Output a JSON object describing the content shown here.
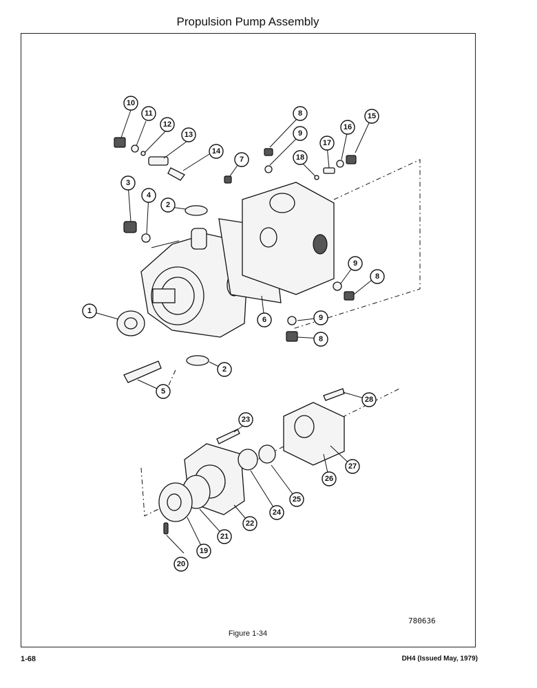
{
  "page_title": "Propulsion Pump Assembly",
  "figure_number": "780636",
  "figure_caption": "Figure 1-34",
  "footer": {
    "page_number": "1-68",
    "document_id": "DH4 (Issued May, 1979)"
  },
  "callouts": [
    "1",
    "2",
    "2",
    "3",
    "4",
    "5",
    "6",
    "7",
    "8",
    "8",
    "8",
    "9",
    "9",
    "9",
    "10",
    "11",
    "12",
    "13",
    "14",
    "15",
    "16",
    "17",
    "18",
    "19",
    "20",
    "21",
    "22",
    "23",
    "24",
    "25",
    "26",
    "27",
    "28"
  ]
}
